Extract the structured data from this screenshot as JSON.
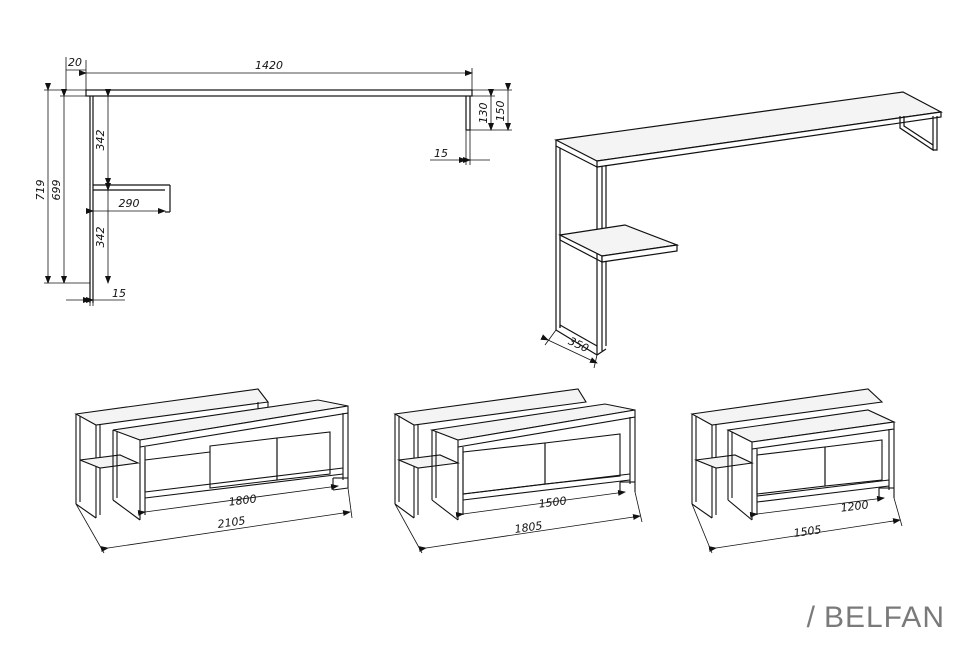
{
  "drawing": {
    "side_view": {
      "width_top": "20",
      "length": "1420",
      "height_outer": "719",
      "height_inner": "699",
      "shelf_gap_upper": "342",
      "shelf_gap_lower": "342",
      "shelf_depth": "290",
      "leg_width": "15",
      "right_leg_width": "15",
      "right_leg_inner": "130",
      "right_leg_outer": "150"
    },
    "iso_view": {
      "depth": "350"
    },
    "configs": [
      {
        "width_sideboard": "1800",
        "width_total": "2105"
      },
      {
        "width_sideboard": "1500",
        "width_total": "1805"
      },
      {
        "width_sideboard": "1200",
        "width_total": "1505"
      }
    ]
  },
  "brand": {
    "slash": "/",
    "name": "BELFAN"
  }
}
